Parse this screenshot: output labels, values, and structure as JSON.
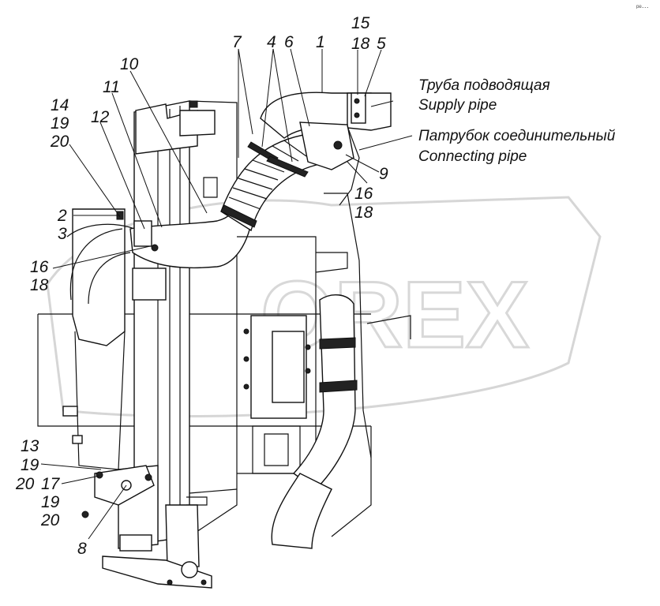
{
  "corner_mark": "ᵖᵉ···",
  "watermark": {
    "text": "OREX",
    "color": "#d0d0d0"
  },
  "captions": {
    "supply_pipe_ru": "Труба подводящая",
    "supply_pipe_en": "Supply pipe",
    "connecting_pipe_ru": "Патрубок соединительный",
    "connecting_pipe_en": "Connecting pipe"
  },
  "callouts": {
    "c15": "15",
    "c18a": "18",
    "c5": "5",
    "c7": "7",
    "c4": "4",
    "c6": "6",
    "c1": "1",
    "c10": "10",
    "c11": "11",
    "c14": "14",
    "c12": "12",
    "c19a": "19",
    "c20a": "20",
    "c2": "2",
    "c3": "3",
    "c16a": "16",
    "c18b": "18",
    "c9": "9",
    "c16b": "16",
    "c18c": "18",
    "c13": "13",
    "c19b": "19",
    "c20b": "20",
    "c17": "17",
    "c19c": "19",
    "c20c": "20",
    "c8": "8"
  }
}
